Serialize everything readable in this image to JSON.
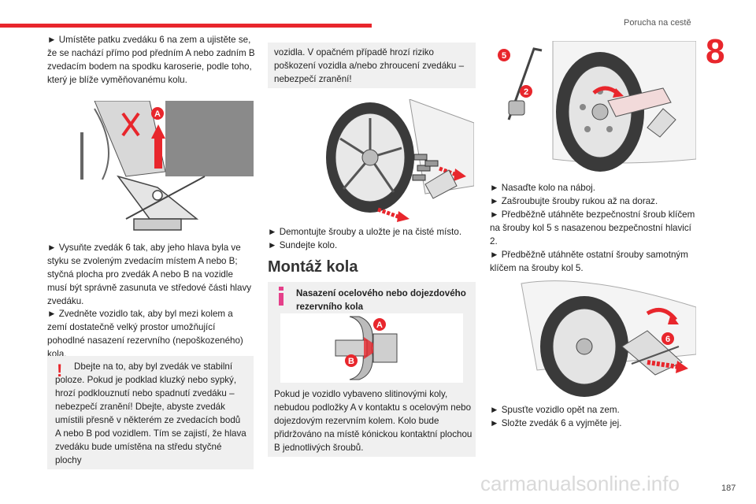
{
  "header": {
    "section_title": "Porucha na cestě",
    "chapter_number": "8"
  },
  "col1": {
    "para1": "► Umístěte patku zvedáku 6 na zem a ujistěte se, že se nachází přímo pod předním A nebo zadním B zvedacím bodem na spodku karoserie, podle toho, který je blíže vyměňovanému kolu.",
    "fig1_label": "A",
    "para2": "► Vysuňte zvedák 6 tak, aby jeho hlava byla ve styku se zvoleným zvedacím místem A nebo B; styčná plocha pro zvedák A nebo B na vozidle musí být správně zasunuta ve středové části hlavy zvedáku.",
    "para3": "► Zvedněte vozidlo tak, aby byl mezi kolem a zemí dostatečně velký prostor umožňující pohodlné nasazení rezervního (nepoškozeného) kola.",
    "warning_mark": "!",
    "warning_text": "Dbejte na to, aby byl zvedák ve stabilní poloze. Pokud je podklad kluzký nebo sypký, hrozí podklouznutí nebo spadnutí zvedáku – nebezpečí zranění! Dbejte, abyste zvedák umístili přesně v některém ze zvedacích bodů A nebo B pod vozidlem. Tím se zajistí, že hlava zvedáku bude umístěna na středu styčné plochy"
  },
  "col2": {
    "continued_text": "vozidla. V opačném případě hrozí riziko poškození vozidla a/nebo zhroucení zvedáku – nebezpečí zranění!",
    "para1": "► Demontujte šrouby a uložte je na čisté místo.",
    "para2": "► Sundejte kolo.",
    "heading": "Montáž kola",
    "info_title": "Nasazení ocelového nebo dojezdového rezervního kola",
    "info_label_a": "A",
    "info_label_b": "B",
    "info_text": "Pokud je vozidlo vybaveno slitinovými koly, nebudou podložky A v kontaktu s ocelovým nebo dojezdovým rezervním kolem. Kolo bude přidržováno na místě kónickou kontaktní plochou B jednotlivých šroubů."
  },
  "col3": {
    "fig_label_5": "5",
    "fig_label_2": "2",
    "para1": "► Nasaďte kolo na náboj.",
    "para2": "► Zašroubujte šrouby rukou až na doraz.",
    "para3": "► Předběžně utáhněte bezpečnostní šroub klíčem na šrouby kol 5 s nasazenou bezpečnostní hlavicí 2.",
    "para4": "► Předběžně utáhněte ostatní šrouby samotným klíčem na šrouby kol 5.",
    "fig_label_6": "6",
    "para5": "► Spusťte vozidlo opět na zem.",
    "para6": "► Složte zvedák 6 a vyjměte jej."
  },
  "footer": {
    "page_number": "187",
    "watermark": "carmanualsonline.info"
  },
  "colors": {
    "accent": "#e8262c",
    "box_grey": "#f0f0f0",
    "info_pink": "#e5408a"
  }
}
